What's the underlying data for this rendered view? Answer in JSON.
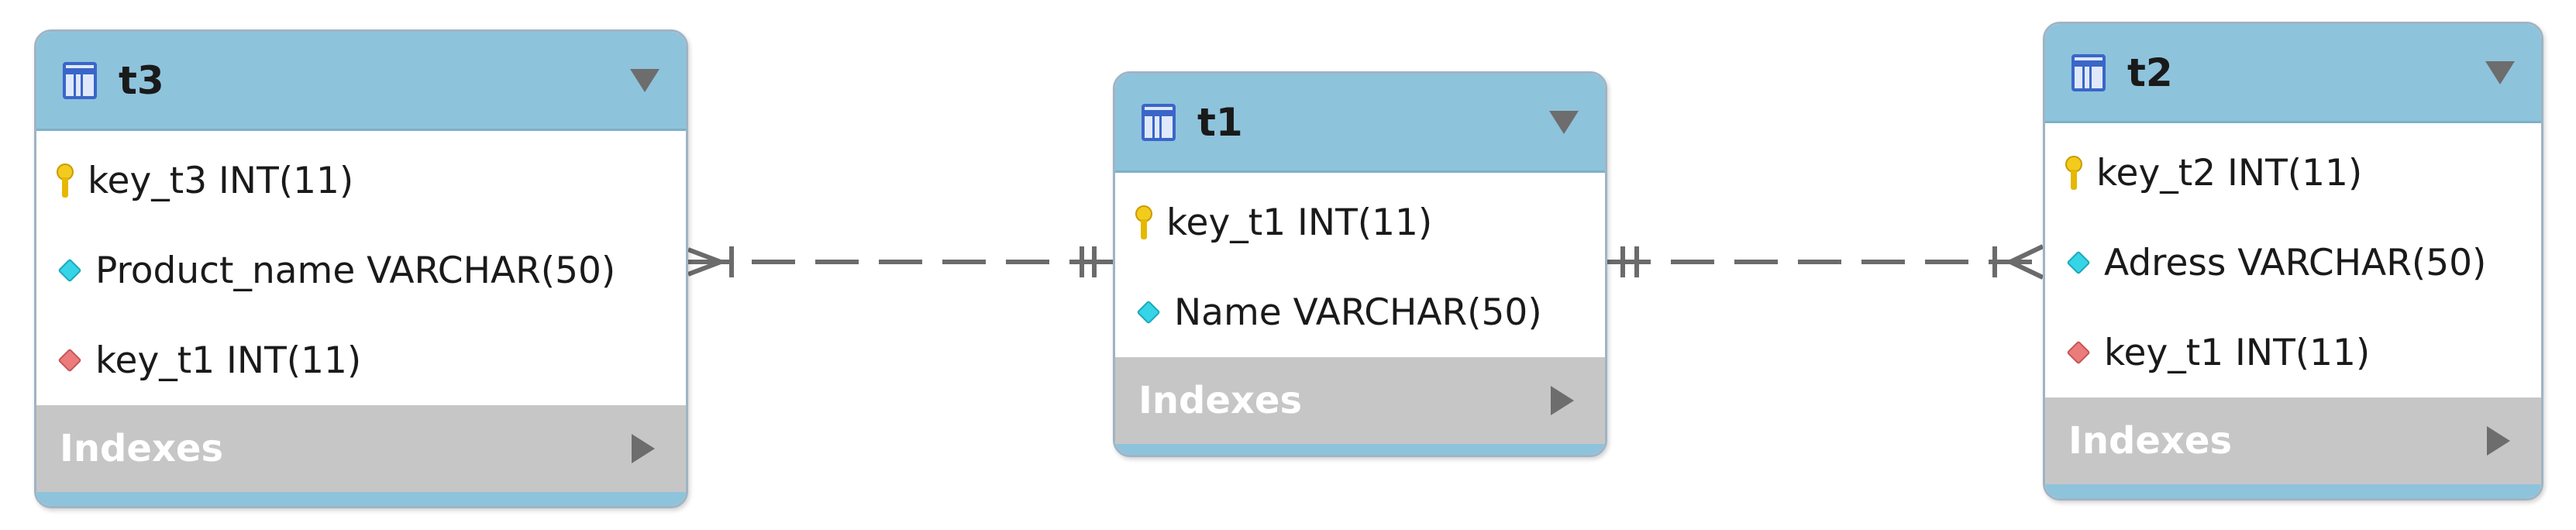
{
  "entities": {
    "t3": {
      "name": "t3",
      "columns": [
        {
          "text": "key_t3 INT(11)",
          "kind": "primary-key"
        },
        {
          "text": "Product_name VARCHAR(50)",
          "kind": "attribute"
        },
        {
          "text": "key_t1 INT(11)",
          "kind": "foreign-key"
        }
      ],
      "indexes_label": "Indexes"
    },
    "t1": {
      "name": "t1",
      "columns": [
        {
          "text": "key_t1 INT(11)",
          "kind": "primary-key"
        },
        {
          "text": "Name VARCHAR(50)",
          "kind": "attribute"
        }
      ],
      "indexes_label": "Indexes"
    },
    "t2": {
      "name": "t2",
      "columns": [
        {
          "text": "key_t2 INT(11)",
          "kind": "primary-key"
        },
        {
          "text": "Adress VARCHAR(50)",
          "kind": "attribute"
        },
        {
          "text": "key_t1 INT(11)",
          "kind": "foreign-key"
        }
      ],
      "indexes_label": "Indexes"
    }
  },
  "relationships": [
    {
      "from": "t3",
      "to": "t1",
      "from_cardinality": "many",
      "to_cardinality": "one-and-only-one",
      "line_style": "dashed"
    },
    {
      "from": "t1",
      "to": "t2",
      "from_cardinality": "one-and-only-one",
      "to_cardinality": "many",
      "line_style": "dashed"
    }
  ],
  "colors": {
    "header": "#8ec3dc",
    "indexes_bar": "#c6c6c6",
    "connector": "#6b6b6b",
    "primary_key": "#f2cb1d",
    "attribute": "#35d4e6",
    "foreign_key": "#ec7c7c"
  },
  "icons": {
    "table": "table-grid-icon",
    "collapse": "triangle-down-icon",
    "expand": "triangle-right-icon",
    "primary_key": "key-icon",
    "attribute": "diamond-icon",
    "foreign_key": "diamond-icon"
  }
}
